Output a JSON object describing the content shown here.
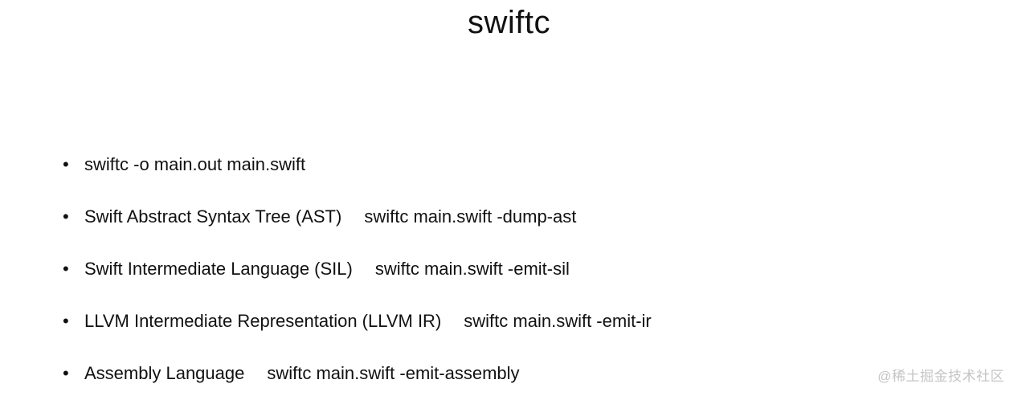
{
  "slide": {
    "title": "swiftc",
    "bullet_glyph": "•",
    "items": [
      {
        "label": "",
        "command": "swiftc -o main.out main.swift"
      },
      {
        "label": "Swift Abstract Syntax Tree (AST)",
        "command": "swiftc main.swift -dump-ast"
      },
      {
        "label": "Swift Intermediate Language (SIL)",
        "command": "swiftc main.swift -emit-sil"
      },
      {
        "label": "LLVM Intermediate Representation (LLVM IR)",
        "command": "swiftc main.swift -emit-ir"
      },
      {
        "label": "Assembly Language",
        "command": "swiftc main.swift -emit-assembly"
      }
    ]
  },
  "watermark": {
    "text": "@稀土掘金技术社区",
    "color": "#c5c5c5"
  },
  "colors": {
    "background": "#ffffff",
    "text": "#111111"
  }
}
